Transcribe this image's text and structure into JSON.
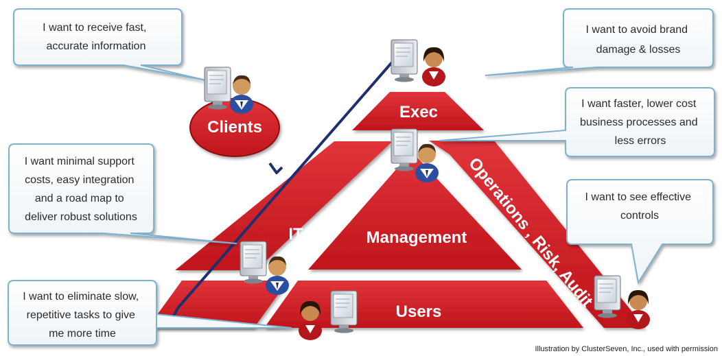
{
  "diagram": {
    "labels": {
      "clients": "Clients",
      "exec": "Exec",
      "it": "IT",
      "management": "Management",
      "users": "Users",
      "operations": "Operations , Risk, Audit"
    },
    "bubbles": {
      "clients": [
        "I want to receive fast,",
        "accurate information"
      ],
      "exec": [
        "I want to avoid brand",
        "damage & losses"
      ],
      "operations": [
        "I want faster, lower cost",
        "business processes and",
        "less errors"
      ],
      "it": [
        "I want minimal support",
        "costs, easy integration",
        "and a road map to",
        "deliver robust solutions"
      ],
      "controls": [
        "I want to see effective",
        "controls"
      ],
      "users": [
        "I want to eliminate slow,",
        "repetitive tasks to give",
        "me more time"
      ]
    },
    "credit": "Illustration by ClusterSeven, Inc., used with permission",
    "colors": {
      "tier_red": "#d42026",
      "bubble_border": "#7fb0cc",
      "bracket": "#1f2f6e"
    },
    "icons": [
      "computer-monitor-icon",
      "person-icon"
    ]
  }
}
